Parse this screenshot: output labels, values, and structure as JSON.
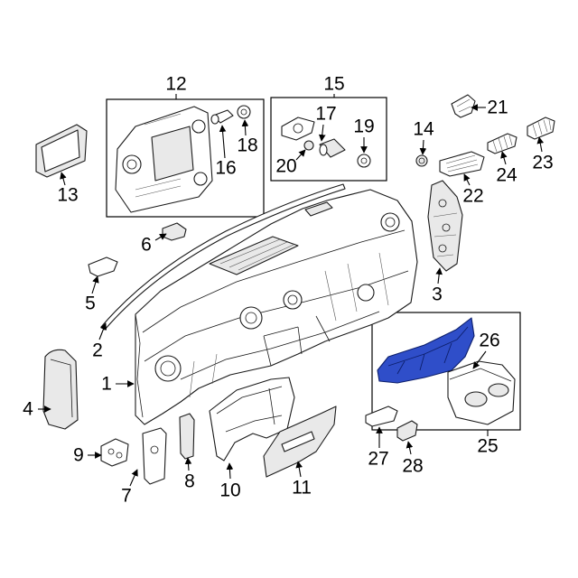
{
  "diagram": {
    "callouts": [
      "1",
      "2",
      "3",
      "4",
      "5",
      "6",
      "7",
      "8",
      "9",
      "10",
      "11",
      "12",
      "13",
      "14",
      "15",
      "16",
      "17",
      "18",
      "19",
      "20",
      "21",
      "22",
      "23",
      "24",
      "25",
      "26",
      "27",
      "28"
    ]
  },
  "colors": {
    "highlight_part": "#2f4ec9",
    "line": "#1a1a1a",
    "background": "#ffffff"
  }
}
